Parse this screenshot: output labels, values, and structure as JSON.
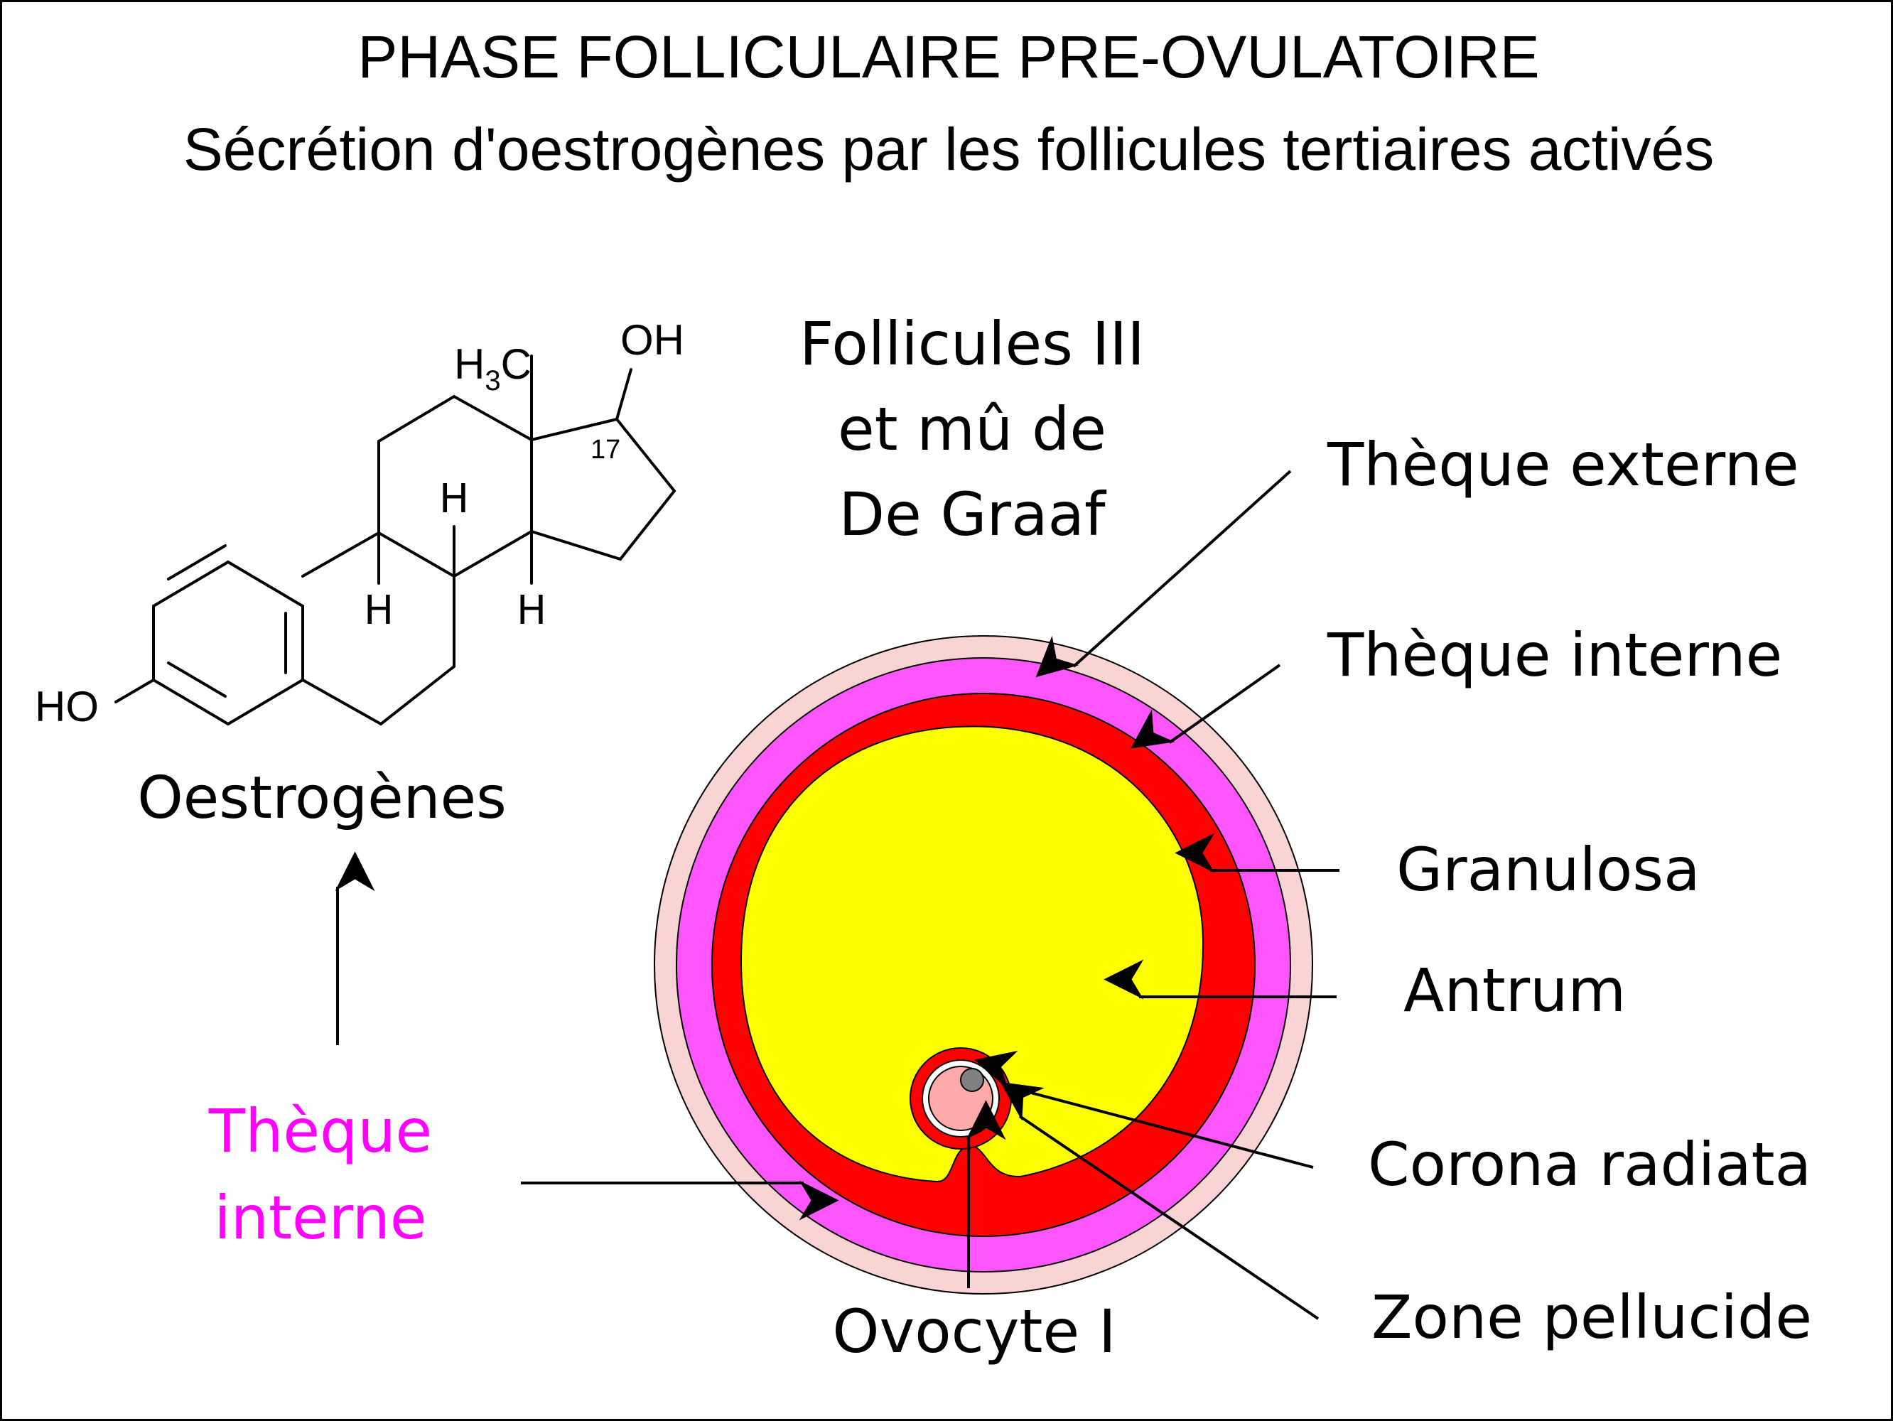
{
  "title": "PHASE FOLLICULAIRE PRE-OVULATOIRE",
  "subtitle": "Sécrétion d'oestrogènes par les follicules tertiaires activés",
  "molecule": {
    "name": "Oestrogènes",
    "h3c_prefix": "H",
    "h3c_sub": "3",
    "h3c_suffix": "C",
    "oh_top": "OH",
    "ho_left": "HO",
    "carbon_17": "17",
    "h_label": "H"
  },
  "follicle_heading": [
    "Follicules III",
    "et mû de",
    "De Graaf"
  ],
  "labels": {
    "theque_externe": "Thèque externe",
    "theque_interne": "Thèque interne",
    "granulosa": "Granulosa",
    "antrum": "Antrum",
    "corona_radiata": "Corona radiata",
    "zone_pellucide": "Zone pellucide",
    "ovocyte": "Ovocyte I"
  },
  "source_label": [
    "Thèque",
    "interne"
  ],
  "colors": {
    "theque_externe": "#fad4d4",
    "theque_interne": "#ff55ff",
    "granulosa": "#ff0000",
    "antrum": "#ffff00",
    "zone_pellucide": "#ffffff",
    "ovocyte": "#ffaaaa",
    "nucleus": "#808080",
    "source_label": "#ff00ff"
  }
}
